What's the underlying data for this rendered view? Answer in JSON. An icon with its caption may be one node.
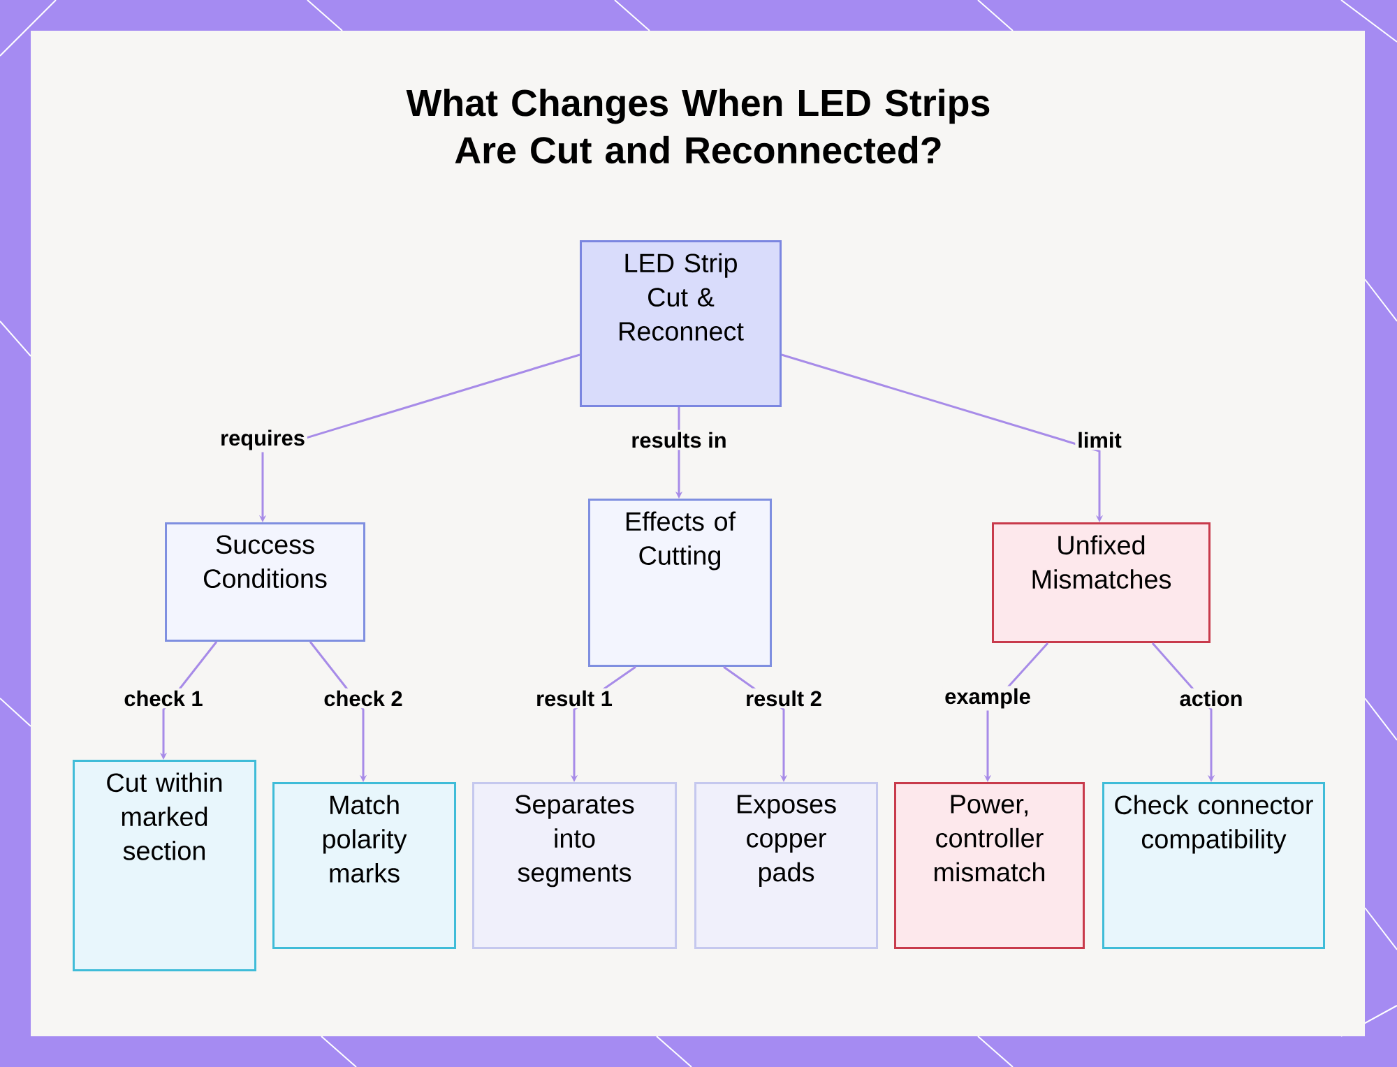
{
  "diagram": {
    "title": "What Changes When LED Strips Are Cut and Reconnected?",
    "nodes": [
      {
        "text": [
          "LED Strip Cut & Reconnect"
        ]
      },
      {
        "text": [
          "Success Conditions"
        ]
      },
      {
        "text": [
          "Effects of Cutting"
        ]
      },
      {
        "text": [
          "Unfixed Mismatches"
        ]
      },
      {
        "text": [
          "Cut within marked section"
        ]
      },
      {
        "text": [
          "Match polarity marks"
        ]
      },
      {
        "text": [
          "Separates into segments"
        ]
      },
      {
        "text": [
          "Exposes copper pads"
        ]
      },
      {
        "text": [
          "Power, controller mismatch"
        ]
      },
      {
        "text": [
          "Check connector compatibility"
        ]
      }
    ],
    "edges": [
      {
        "from": 0,
        "to": 1,
        "arrow": "to",
        "label": "requires"
      },
      {
        "from": 0,
        "to": 2,
        "arrow": "to",
        "label": "results in"
      },
      {
        "from": 0,
        "to": 3,
        "arrow": "to",
        "label": "limit"
      },
      {
        "from": 1,
        "to": 4,
        "arrow": "to",
        "label": "check 1"
      },
      {
        "from": 1,
        "to": 5,
        "arrow": "to",
        "label": "check 2"
      },
      {
        "from": 2,
        "to": 6,
        "arrow": "to",
        "label": "result 1"
      },
      {
        "from": 2,
        "to": 7,
        "arrow": "to",
        "label": "result 2"
      },
      {
        "from": 3,
        "to": 8,
        "arrow": "to",
        "label": "example"
      },
      {
        "from": 3,
        "to": 9,
        "arrow": "to",
        "label": "action"
      }
    ]
  }
}
